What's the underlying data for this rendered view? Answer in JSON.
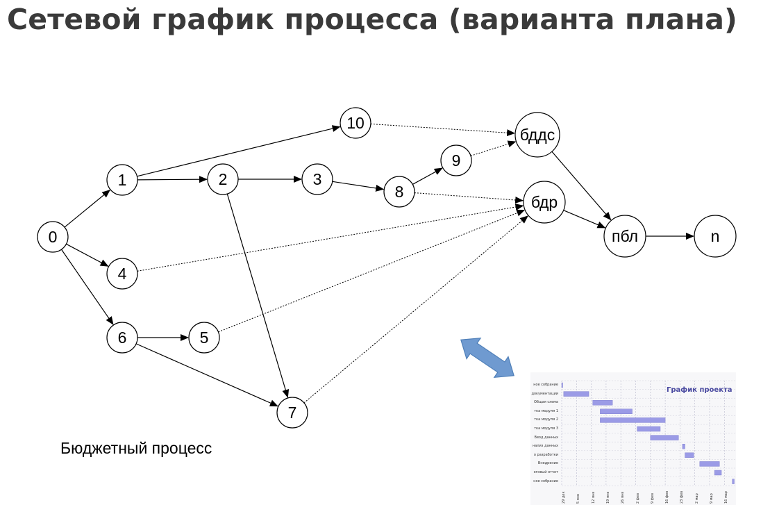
{
  "title": "Сетевой график процесса (варианта плана)",
  "caption": "Бюджетный процесс",
  "nodes": [
    {
      "id": "0",
      "label": "0"
    },
    {
      "id": "1",
      "label": "1"
    },
    {
      "id": "2",
      "label": "2"
    },
    {
      "id": "3",
      "label": "3"
    },
    {
      "id": "4",
      "label": "4"
    },
    {
      "id": "5",
      "label": "5"
    },
    {
      "id": "6",
      "label": "6"
    },
    {
      "id": "7",
      "label": "7"
    },
    {
      "id": "8",
      "label": "8"
    },
    {
      "id": "9",
      "label": "9"
    },
    {
      "id": "10",
      "label": "10"
    },
    {
      "id": "bdds",
      "label": "бддс"
    },
    {
      "id": "bdr",
      "label": "бдр"
    },
    {
      "id": "pbl",
      "label": "пбл"
    },
    {
      "id": "n",
      "label": "n"
    }
  ],
  "edges": [
    {
      "from": "0",
      "to": "1",
      "style": "solid"
    },
    {
      "from": "0",
      "to": "4",
      "style": "solid"
    },
    {
      "from": "0",
      "to": "6",
      "style": "solid"
    },
    {
      "from": "1",
      "to": "2",
      "style": "solid"
    },
    {
      "from": "1",
      "to": "10",
      "style": "solid"
    },
    {
      "from": "2",
      "to": "3",
      "style": "solid"
    },
    {
      "from": "2",
      "to": "7",
      "style": "solid"
    },
    {
      "from": "3",
      "to": "8",
      "style": "solid"
    },
    {
      "from": "8",
      "to": "9",
      "style": "solid"
    },
    {
      "from": "6",
      "to": "5",
      "style": "solid"
    },
    {
      "from": "6",
      "to": "7",
      "style": "solid"
    },
    {
      "from": "bdds",
      "to": "pbl",
      "style": "solid"
    },
    {
      "from": "bdr",
      "to": "pbl",
      "style": "solid"
    },
    {
      "from": "pbl",
      "to": "n",
      "style": "solid"
    },
    {
      "from": "10",
      "to": "bdds",
      "style": "dotted"
    },
    {
      "from": "9",
      "to": "bdds",
      "style": "dotted"
    },
    {
      "from": "8",
      "to": "bdr",
      "style": "dotted"
    },
    {
      "from": "4",
      "to": "bdr",
      "style": "dotted"
    },
    {
      "from": "5",
      "to": "bdr",
      "style": "dotted"
    },
    {
      "from": "7",
      "to": "bdr",
      "style": "dotted"
    }
  ],
  "double_arrow_color": "#6f9ad0",
  "gantt_thumbnail": {
    "title": "График проекта",
    "tasks": [
      "ное собрание",
      "документации",
      "Общая схема",
      "тка модуля 1",
      "тка модуля 2",
      "тка модуля 3",
      "Ввод данных",
      "нализ данных",
      "о разработки",
      "Внедрение",
      "оговый отчет",
      "ное собрание"
    ],
    "dates": [
      "29 дек",
      "5 янв",
      "12 янв",
      "19 янв",
      "26 янв",
      "2 фев",
      "9 фев",
      "16 фев",
      "23 фев",
      "2 мар",
      "9 мар",
      "16 мар"
    ],
    "bar_color": "#9b9be6",
    "bars": [
      {
        "start": 0.0,
        "end": 0.1
      },
      {
        "start": 0.4,
        "end": 5.5
      },
      {
        "start": 6.3,
        "end": 10.3
      },
      {
        "start": 7.8,
        "end": 14.3
      },
      {
        "start": 7.8,
        "end": 21.0
      },
      {
        "start": 15.3,
        "end": 20.0
      },
      {
        "start": 18.0,
        "end": 23.7
      },
      {
        "start": 24.5,
        "end": 25.0
      },
      {
        "start": 25.0,
        "end": 26.8
      },
      {
        "start": 28.0,
        "end": 32.0
      },
      {
        "start": 31.0,
        "end": 32.4
      },
      {
        "start": 34.6,
        "end": 35.0
      }
    ]
  }
}
